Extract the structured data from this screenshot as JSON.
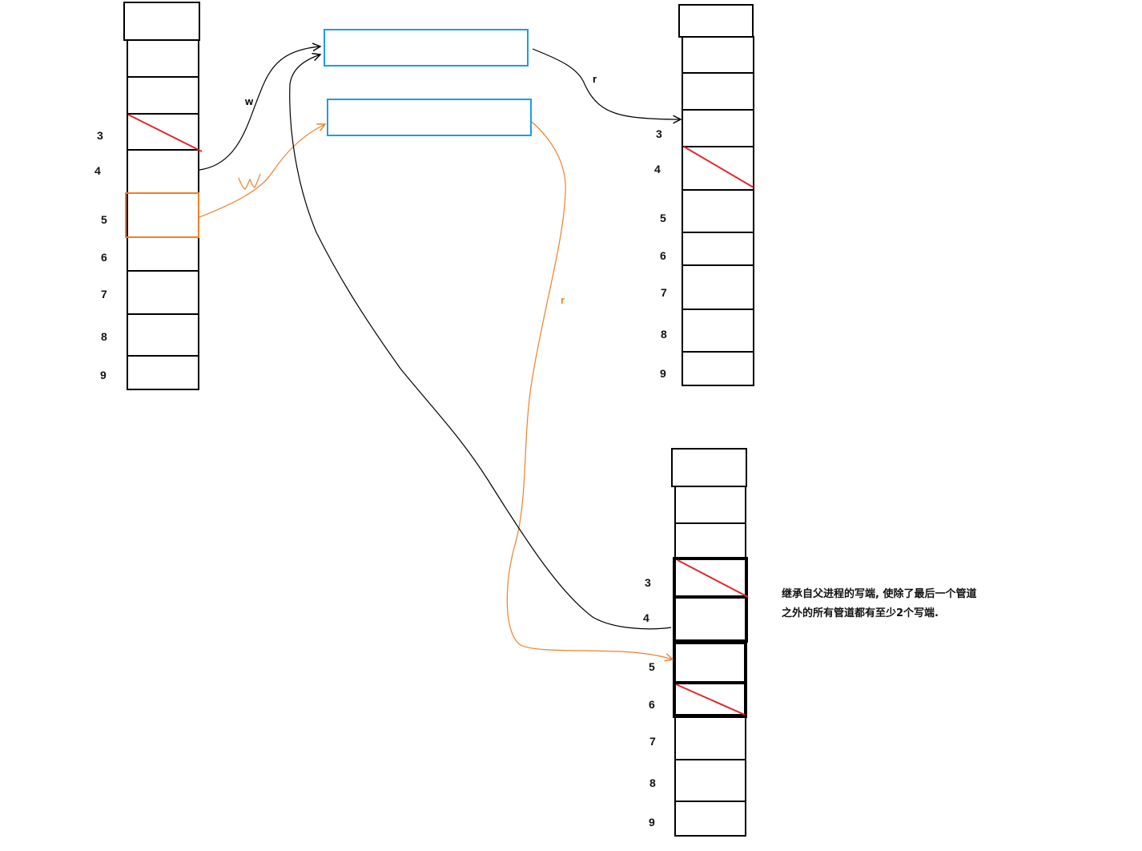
{
  "colors": {
    "stroke": "#000000",
    "pipe": "#1a9ee6",
    "highlight": "#f07f2a",
    "closed": "#e3262b"
  },
  "fd_tables": {
    "parent": {
      "labels": [
        "3",
        "4",
        "5",
        "6",
        "7",
        "8",
        "9"
      ]
    },
    "child_reader": {
      "labels": [
        "3",
        "4",
        "5",
        "6",
        "7",
        "8",
        "9"
      ]
    },
    "child_writer": {
      "labels": [
        "3",
        "4",
        "5",
        "6",
        "7",
        "8",
        "9"
      ]
    }
  },
  "edges": {
    "parent_write_first": "w",
    "first_read": "r",
    "second_read": "r"
  },
  "note": {
    "line1": "继承自父进程的写端, 使除了最后一个管道",
    "line2": "之外的所有管道都有至少2个写端."
  }
}
